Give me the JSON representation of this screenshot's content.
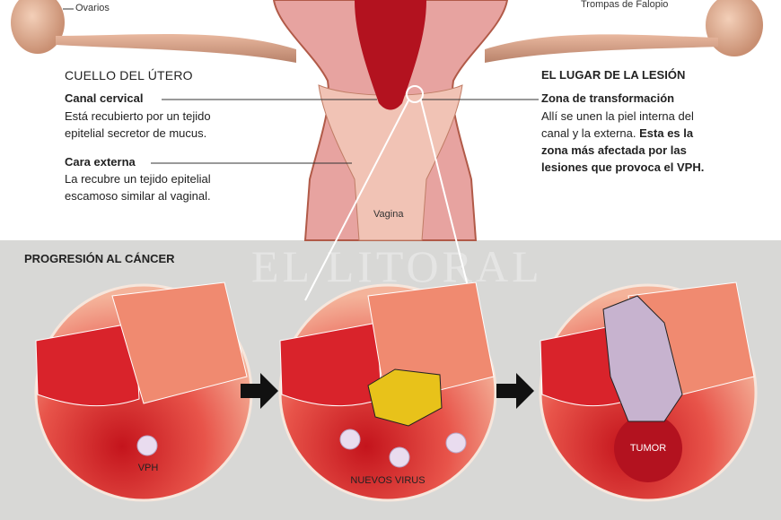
{
  "anatomy": {
    "ovaries_label": "Ovarios",
    "tubes_label": "Trompas de Falopio",
    "vagina_label": "Vagina"
  },
  "left_panel": {
    "title": "CUELLO DEL ÚTERO",
    "items": [
      {
        "heading": "Canal cervical",
        "lines": [
          "Está recubierto por un tejido",
          "epitelial secretor de mucus."
        ]
      },
      {
        "heading": "Cara externa",
        "lines": [
          "La recubre un tejido epitelial",
          "escamoso similar al vaginal."
        ]
      }
    ]
  },
  "right_panel": {
    "title": "EL LUGAR DE LA LESIÓN",
    "heading": "Zona de transformación",
    "line1": "Allí se unen la piel interna del",
    "line2_normal": "canal y la externa. ",
    "line2_bold": "Esta es la",
    "line3": "zona más afectada por las",
    "line4": "lesiones que provoca el VPH."
  },
  "progression": {
    "title": "PROGRESIÓN AL CÁNCER",
    "stages": [
      {
        "label": "VPH"
      },
      {
        "label": "NUEVOS VIRUS"
      },
      {
        "label": "TUMOR"
      }
    ]
  },
  "watermark": "EL LITORAL",
  "colors": {
    "background_bottom": "#d8d8d6",
    "tissue_red": "#d9232b",
    "tissue_pink": "#f2a58a",
    "tumor_dark": "#2a2a2a",
    "infected_yellow": "#e8c21a"
  }
}
